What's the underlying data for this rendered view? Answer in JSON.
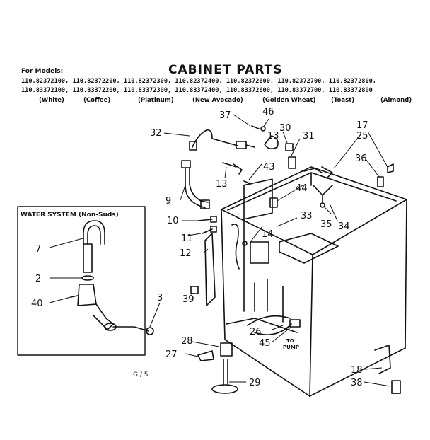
{
  "header": {
    "title": "CABINET PARTS",
    "for_models": "For Models:",
    "models_row1": [
      "110.82372100,",
      "110.82372200,",
      "110.82372300,",
      "110.82372400,",
      "110.82372600,",
      "110.82372700,",
      "110.82372800,"
    ],
    "models_row2": [
      "110.83372100,",
      "110.83372200,",
      "110.83372300,",
      "110.83372400,",
      "110.83372600,",
      "110.83372700,",
      "110.83372800"
    ],
    "colors": [
      "(White)",
      "(Coffee)",
      "(Platinum)",
      "(New Avocado)",
      "(Golden Wheat)",
      "(Toast)",
      "(Almond)"
    ]
  },
  "water_system_label": "WATER SYSTEM (Non-Suds)",
  "pump_label": [
    "TO",
    "PUMP"
  ],
  "page_note": "G / 5",
  "callouts": [
    "37",
    "46",
    "30",
    "31",
    "32",
    "13",
    "43",
    "17",
    "25",
    "36",
    "13",
    "9",
    "44",
    "10",
    "33",
    "35",
    "34",
    "11",
    "14",
    "12",
    "7",
    "2",
    "40",
    "3",
    "39",
    "26",
    "28",
    "45",
    "27",
    "18",
    "38",
    "29"
  ]
}
